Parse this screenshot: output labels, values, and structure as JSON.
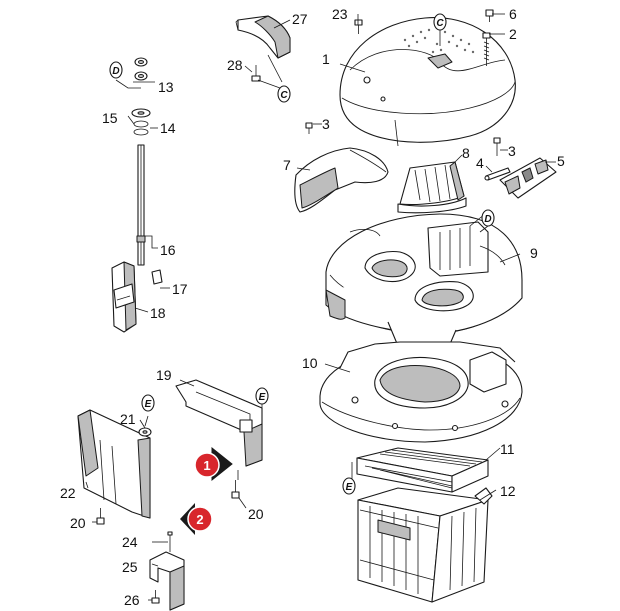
{
  "parts": {
    "p1": "1",
    "p2": "2",
    "p3a": "3",
    "p3b": "3",
    "p4": "4",
    "p5": "5",
    "p6": "6",
    "p7": "7",
    "p8": "8",
    "p9": "9",
    "p10": "10",
    "p11": "11",
    "p12": "12",
    "p13": "13",
    "p14": "14",
    "p15": "15",
    "p16": "16",
    "p17": "17",
    "p18": "18",
    "p19": "19",
    "p20a": "20",
    "p20b": "20",
    "p21": "21",
    "p22": "22",
    "p23": "23",
    "p24": "24",
    "p25": "25",
    "p26": "26",
    "p27": "27",
    "p28": "28"
  },
  "refs": {
    "c_top": "C",
    "c_left": "C",
    "d_right": "D",
    "d_left": "D",
    "e_a": "E",
    "e_b": "E",
    "e_c": "E"
  },
  "steps": {
    "s1": "1",
    "s2": "2"
  },
  "colors": {
    "badge": "#d8262c",
    "line": "#1a1a1a",
    "shade": "#bdbdbd"
  }
}
